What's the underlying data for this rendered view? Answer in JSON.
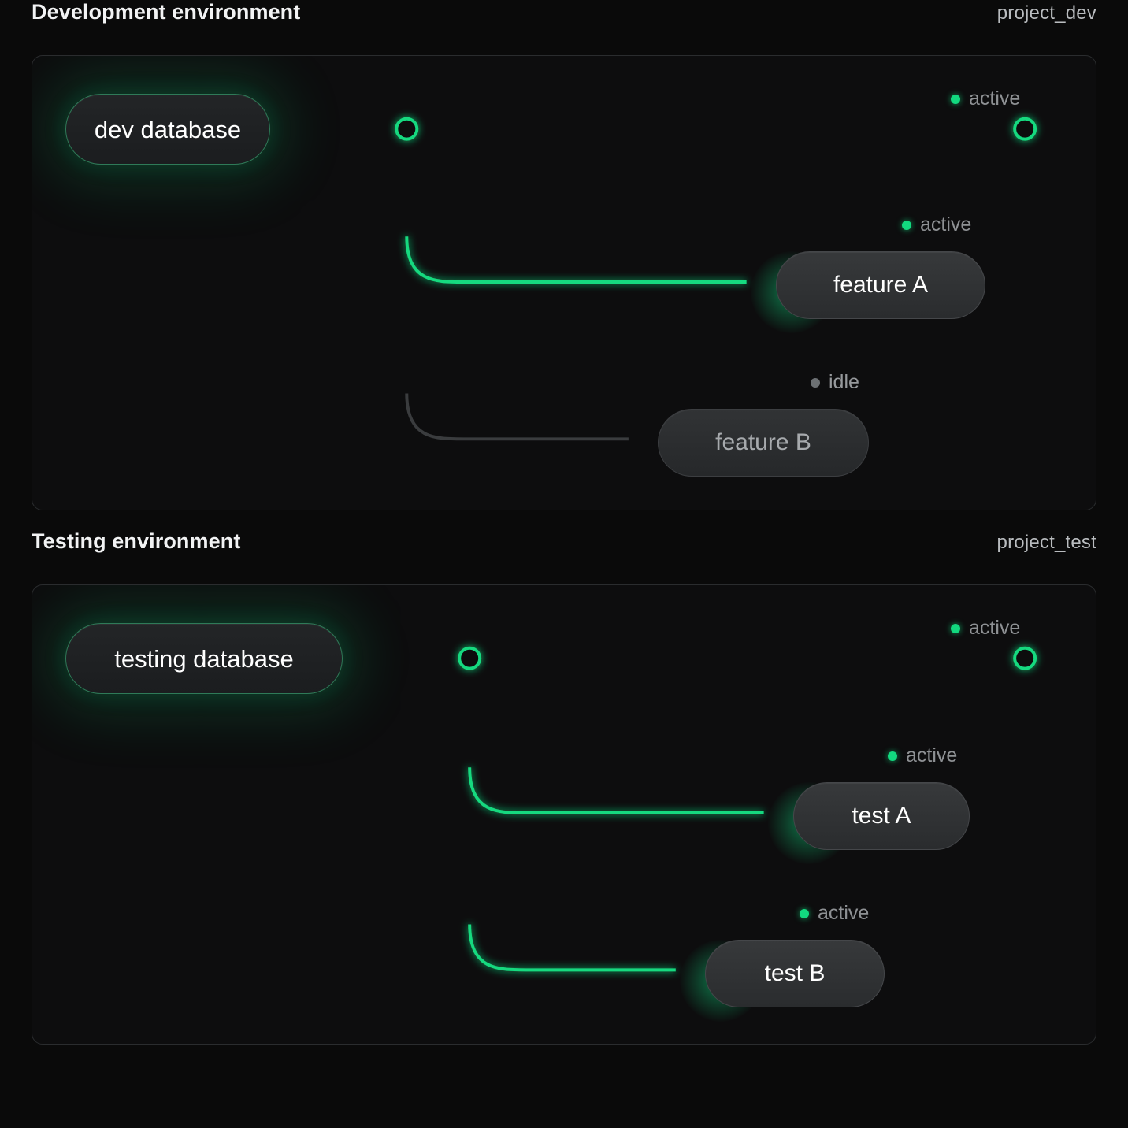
{
  "theme": {
    "background": "#0a0a0a",
    "panel_background": "#0d0d0e",
    "panel_border": "#2a2c2e",
    "accent_green": "#12d97f",
    "idle_grey": "#3a3c3e",
    "text_primary": "#ffffff",
    "text_muted": "#8e9194"
  },
  "sections": [
    {
      "id": "development",
      "title": "Development environment",
      "project": "project_dev",
      "source": {
        "label": "dev database",
        "state": "active"
      },
      "trunk_terminal": {
        "status": "active",
        "status_label": "active"
      },
      "branches": [
        {
          "label": "feature A",
          "state": "active",
          "status_label": "active"
        },
        {
          "label": "feature B",
          "state": "idle",
          "status_label": "idle"
        }
      ]
    },
    {
      "id": "testing",
      "title": "Testing environment",
      "project": "project_test",
      "source": {
        "label": "testing database",
        "state": "active"
      },
      "trunk_terminal": {
        "status": "active",
        "status_label": "active"
      },
      "branches": [
        {
          "label": "test A",
          "state": "active",
          "status_label": "active"
        },
        {
          "label": "test B",
          "state": "active",
          "status_label": "active"
        }
      ]
    }
  ]
}
